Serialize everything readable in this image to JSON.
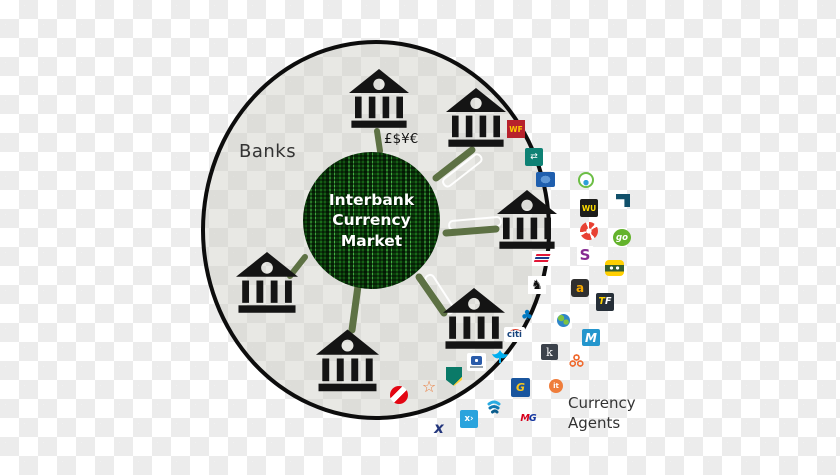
{
  "diagram": {
    "banks_label": "Banks",
    "center_line1": "Interbank",
    "center_line2": "Currency",
    "center_line3": "Market",
    "currency_symbols": "£$¥€",
    "agents_line1": "Currency",
    "agents_line2": "Agents"
  },
  "icons": {
    "exchange_arrows": "⇄",
    "lloyds_horse": "♞",
    "anz_clover": "♣",
    "star_outline": "☆"
  },
  "logos": {
    "wells_fargo": "WF",
    "western_union": "WU",
    "skrill": "S",
    "azimo": "a",
    "torfx_t": "T",
    "torfx_f": "F",
    "moneycorp": "M",
    "kantox": "k",
    "transfergo": "go",
    "citi": "citi",
    "it_badge": "it",
    "moneygram_m": "M",
    "moneygram_g": "G",
    "xe": "x",
    "xendpay": "x›",
    "g_swirl": "G"
  },
  "colors": {
    "matrix_green": "#1e7d1e",
    "connector_olive": "#5d7144",
    "circle_fill": "#e8e8e4",
    "circle_outline": "#0d0d0d"
  }
}
